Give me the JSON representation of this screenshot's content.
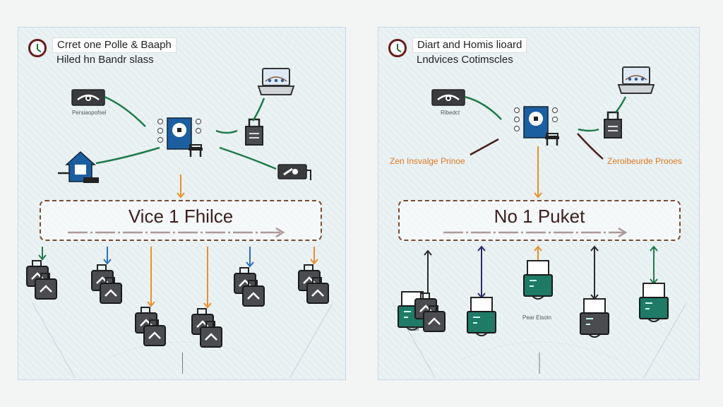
{
  "colors": {
    "line_green": "#1f7a4a",
    "line_orange": "#e8902a",
    "line_blue": "#2a6fc0",
    "line_dark": "#2a2a2a",
    "line_navy": "#2b2a6b",
    "policy_border": "#7a4a30",
    "policy_arrow": "#4a1e1e",
    "device_dark": "#4a4c50",
    "device_teal": "#1f7a66",
    "server_blue": "#1c5fa0",
    "label_orange": "#e07a22",
    "clock_ring": "#6b1a1a"
  },
  "left_panel": {
    "title_line1": "Crret one Polle & Baaph",
    "title_line2": "Hiled hn Bandr slass",
    "title_icon": "clock-icon",
    "policy_label": "Vice 1 Fhilce",
    "device_caption": "Persiaopofsel",
    "nodes": [
      {
        "name": "monitor-device",
        "icon": "eye-monitor-icon"
      },
      {
        "name": "home-gateway",
        "icon": "house-icon"
      },
      {
        "name": "central-server",
        "icon": "server-icon"
      },
      {
        "name": "laptop-device",
        "icon": "laptop-icon"
      },
      {
        "name": "locked-device",
        "icon": "lock-icon"
      },
      {
        "name": "camera-device",
        "icon": "camera-icon"
      }
    ],
    "endpoints": [
      {
        "connector": "green"
      },
      {
        "connector": "blue"
      },
      {
        "connector": "orange"
      },
      {
        "connector": "orange"
      },
      {
        "connector": "blue"
      },
      {
        "connector": "orange"
      }
    ]
  },
  "right_panel": {
    "title_line1": "Diart and Homis lioard",
    "title_line2": "Lndvices Cotimscles",
    "title_icon": "clock-icon",
    "policy_label": "No 1 Puket",
    "left_annotation": "Zen Insvalge Prinoe",
    "right_annotation": "Zeroibeurde Prooes",
    "device_caption": "Ribedct",
    "endpoint_captions": [
      "Inde",
      "Pear Eisoin"
    ],
    "nodes": [
      {
        "name": "monitor-device",
        "icon": "eye-monitor-icon"
      },
      {
        "name": "central-server",
        "icon": "server-icon"
      },
      {
        "name": "laptop-device",
        "icon": "laptop-icon"
      },
      {
        "name": "locked-device",
        "icon": "lock-icon"
      }
    ],
    "endpoints": [
      {
        "connector": "dark",
        "style": "teal-dark-pair"
      },
      {
        "connector": "navy",
        "style": "teal"
      },
      {
        "connector": "orange",
        "style": "teal"
      },
      {
        "connector": "dark",
        "style": "dark"
      },
      {
        "connector": "green",
        "style": "teal"
      }
    ]
  }
}
